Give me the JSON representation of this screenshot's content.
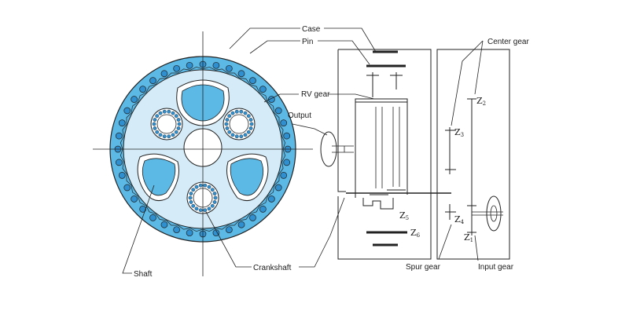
{
  "labels": {
    "case": "Case",
    "pin": "Pin",
    "rv_gear": "RV gear",
    "output": "Output",
    "center_gear": "Center gear",
    "shaft": "Shaft",
    "crankshaft": "Crankshaft",
    "spur_gear": "Spur gear",
    "input_gear": "Input gear"
  },
  "gear_symbols": [
    {
      "id": "z2",
      "letter": "Z",
      "sub": "2"
    },
    {
      "id": "z3",
      "letter": "Z",
      "sub": "3"
    },
    {
      "id": "z4",
      "letter": "Z",
      "sub": "4"
    },
    {
      "id": "z1",
      "letter": "Z",
      "sub": "1"
    },
    {
      "id": "z5",
      "letter": "Z",
      "sub": "5"
    },
    {
      "id": "z6",
      "letter": "Z",
      "sub": "6"
    }
  ],
  "colors": {
    "outer_disc": "#5cb8e4",
    "inner_disc": "#d5ecf8",
    "window_fill": "#5cb8e4",
    "pin_fill": "#2f8fcf",
    "line": "#222222"
  }
}
